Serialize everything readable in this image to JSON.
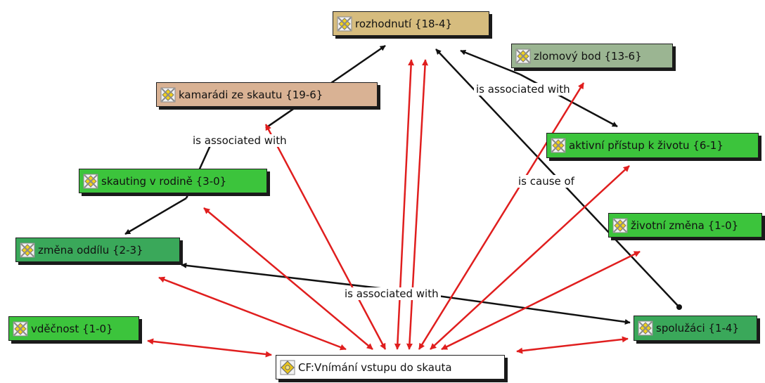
{
  "nodes": [
    {
      "id": "rozhodnuti",
      "label": "rozhodnutí {18-4}",
      "color": "#d6bc7e"
    },
    {
      "id": "zlomovy",
      "label": "zlomový bod {13-6}",
      "color": "#9bb592"
    },
    {
      "id": "kamaradi",
      "label": "kamarádi ze skautu {19-6}",
      "color": "#d9b294"
    },
    {
      "id": "aktivni",
      "label": "aktivní přístup k životu {6-1}",
      "color": "#3cc43c"
    },
    {
      "id": "skauting",
      "label": "skauting v rodině {3-0}",
      "color": "#3cc43c"
    },
    {
      "id": "zivotni",
      "label": "životní změna {1-0}",
      "color": "#3cc43c"
    },
    {
      "id": "zmena",
      "label": "změna oddílu {2-3}",
      "color": "#3aa85a"
    },
    {
      "id": "vdecnost",
      "label": "vděčnost {1-0}",
      "color": "#3cc43c"
    },
    {
      "id": "spoluzaci",
      "label": "spolužáci {1-4}",
      "color": "#3aa85a"
    },
    {
      "id": "cf",
      "label": "CF:Vnímání vstupu do skauta",
      "color": "#ffffff"
    }
  ],
  "edge_labels": [
    {
      "id": "assoc-kamaradi",
      "text": "is associated with"
    },
    {
      "id": "assoc-zlomovy",
      "text": "is associated with"
    },
    {
      "id": "cause-spoluzaci",
      "text": "is cause of"
    },
    {
      "id": "assoc-zmena",
      "text": "is associated with"
    }
  ],
  "colors": {
    "relation": "#111111",
    "cf_link": "#e01e1e",
    "icon_fill": "#f2d21c",
    "icon_frame": "#8a8a8a"
  }
}
